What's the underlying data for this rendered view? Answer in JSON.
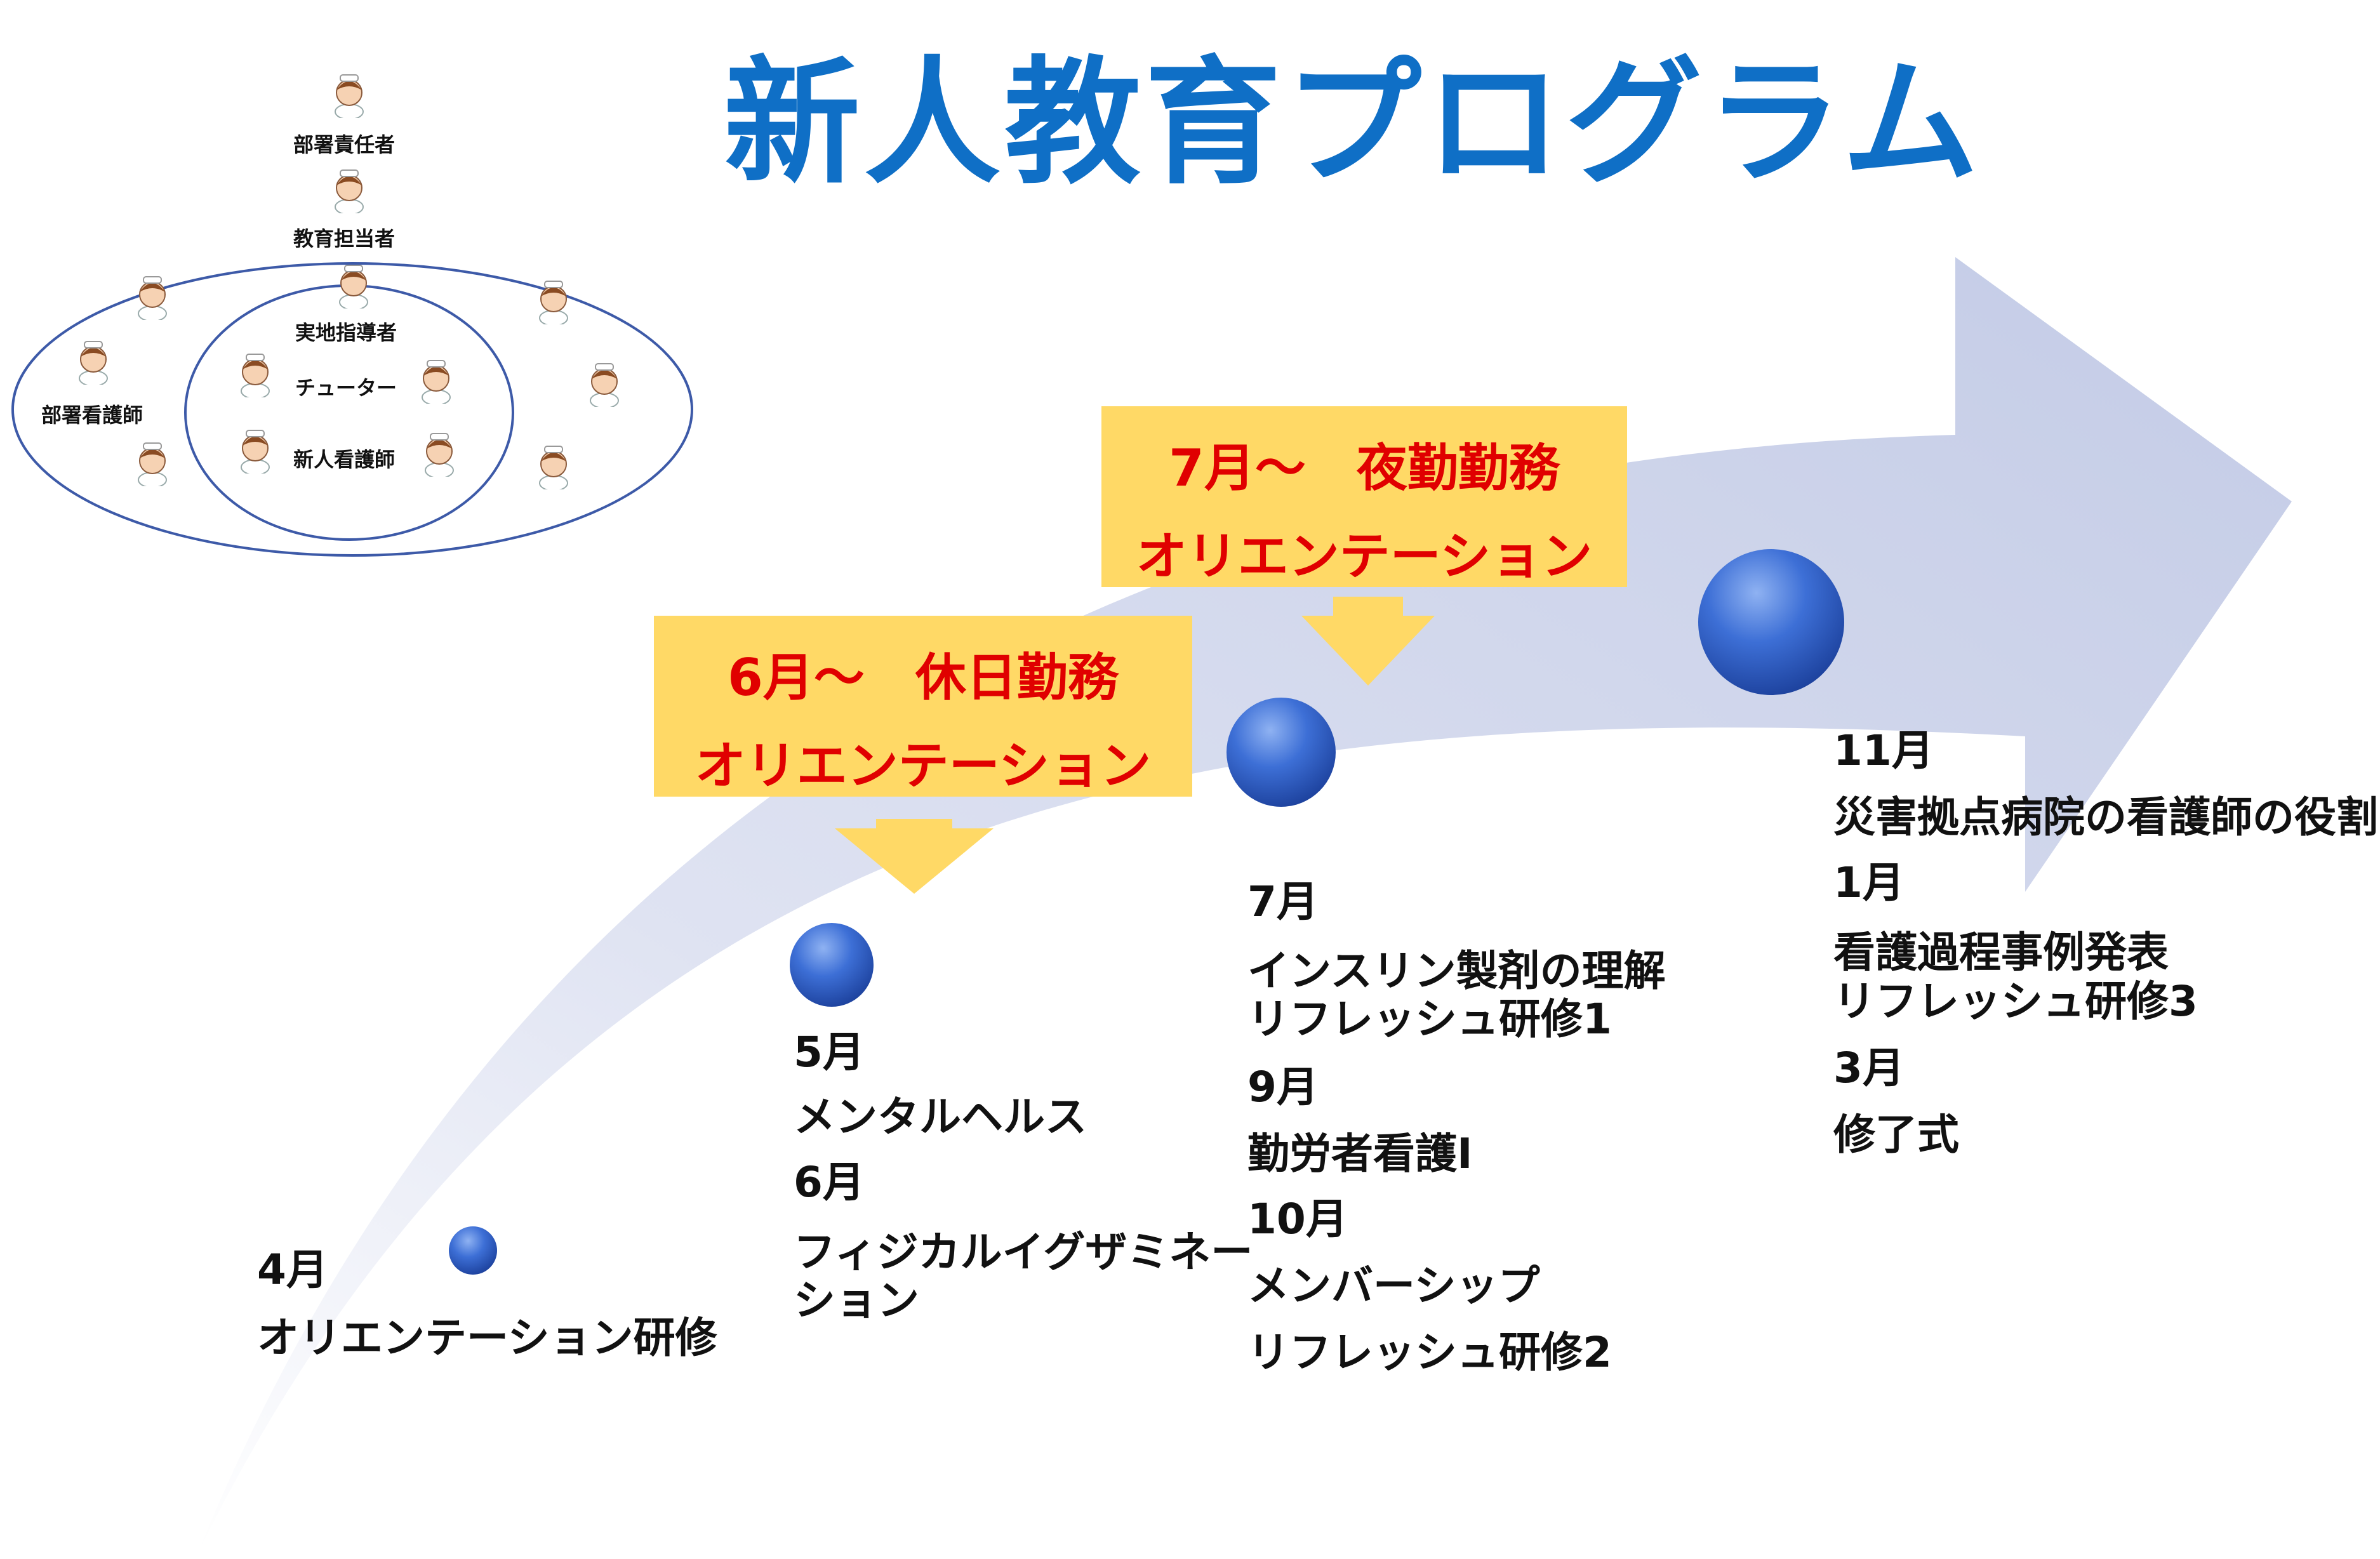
{
  "title": "新人教育プログラム",
  "org_chart": {
    "department_head": "部署責任者",
    "education_lead": "教育担当者",
    "practical_instructor": "実地指導者",
    "tutor": "チューター",
    "new_nurse": "新人看護師",
    "department_nurses": "部署看護師"
  },
  "callouts": [
    {
      "line1": "6月～　休日勤務",
      "line2": "オリエンテーション"
    },
    {
      "line1": "7月～　夜勤勤務",
      "line2": "オリエンテーション"
    }
  ],
  "milestones": [
    {
      "items": [
        "4月",
        "オリエンテーション研修"
      ]
    },
    {
      "items": [
        "5月",
        "メンタルヘルス",
        "6月",
        "フィジカルイグザミネー",
        "ション"
      ]
    },
    {
      "items": [
        "7月",
        "インスリン製剤の理解",
        "リフレッシュ研修1",
        "9月",
        "勤労者看護Ⅰ",
        "10月",
        "メンバーシップ",
        "リフレッシュ研修2"
      ]
    },
    {
      "items": [
        "11月",
        "災害拠点病院の看護師の役割",
        "1月",
        "看護過程事例発表",
        "リフレッシュ研修3",
        "3月",
        "修了式"
      ]
    }
  ],
  "colors": {
    "title": "#0f6fc6",
    "callout_bg": "#ffd966",
    "callout_text": "#e00000",
    "arrow": "#c9d1ea",
    "orb": "#2a5fc4"
  },
  "icons": [
    "nurse-icon",
    "progress-arrow",
    "milestone-orb"
  ]
}
